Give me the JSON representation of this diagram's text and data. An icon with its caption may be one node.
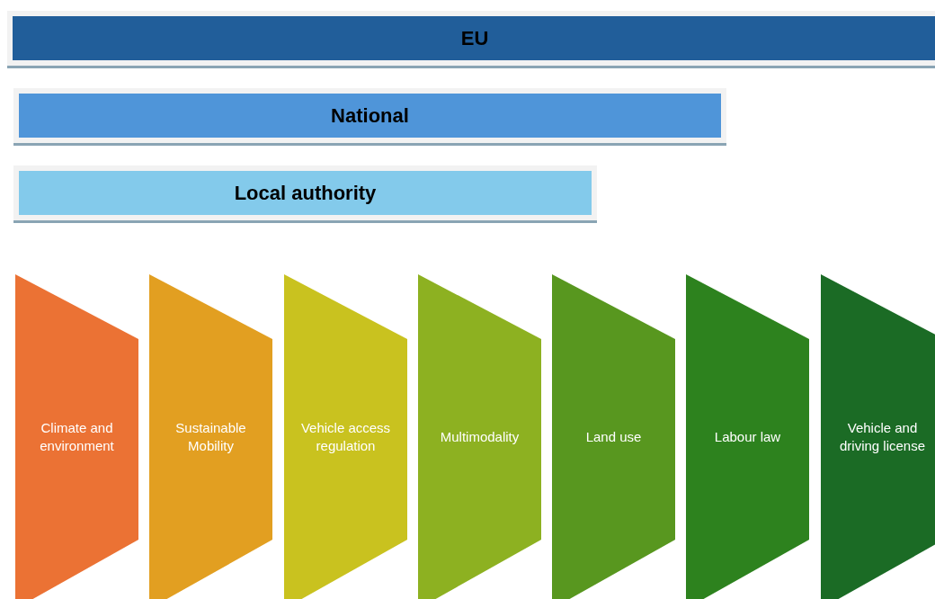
{
  "diagram": {
    "nodes": [
      {
        "text": [
          "EU"
        ]
      },
      {
        "text": [
          "National"
        ]
      },
      {
        "text": [
          "Local authority"
        ]
      },
      {
        "text": [
          "Climate and environment"
        ]
      },
      {
        "text": [
          "Sustainable Mobility"
        ]
      },
      {
        "text": [
          "Vehicle access regulation"
        ]
      },
      {
        "text": [
          "Multimodality"
        ]
      },
      {
        "text": [
          "Land use"
        ]
      },
      {
        "text": [
          "Labour law"
        ]
      },
      {
        "text": [
          "Vehicle and driving license"
        ]
      }
    ]
  }
}
